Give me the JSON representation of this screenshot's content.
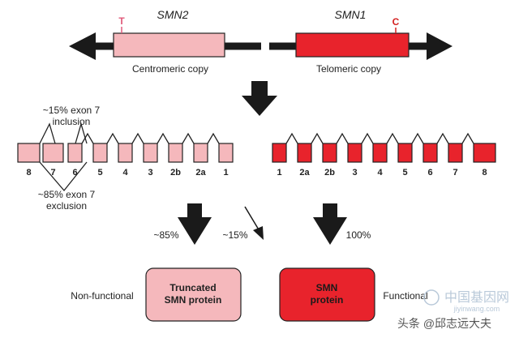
{
  "colors": {
    "smn2_fill": "#f5b8bc",
    "smn1_fill": "#e8232c",
    "outline": "#222222",
    "arrow": "#1a1a1a",
    "mut_t": "#e05a7a",
    "mut_c": "#d42020"
  },
  "genes": {
    "smn2": {
      "name": "SMN2",
      "mutation": "T",
      "caption": "Centromeric copy"
    },
    "smn1": {
      "name": "SMN1",
      "mutation": "C",
      "caption": "Telomeric copy"
    }
  },
  "smn2_exons": [
    "8",
    "7",
    "6",
    "5",
    "4",
    "3",
    "2b",
    "2a",
    "1"
  ],
  "smn1_exons": [
    "1",
    "2a",
    "2b",
    "3",
    "4",
    "5",
    "6",
    "7",
    "8"
  ],
  "splicing": {
    "inclusion_line1": "~15% exon 7",
    "inclusion_line2": "inclusion",
    "exclusion_line1": "~85% exon 7",
    "exclusion_line2": "exclusion"
  },
  "flow": {
    "left_pct": "~85%",
    "middle_pct": "~15%",
    "right_pct": "100%"
  },
  "products": {
    "truncated": {
      "line1": "Truncated",
      "line2": "SMN protein",
      "status": "Non-functional"
    },
    "full": {
      "line1": "SMN",
      "line2": "protein",
      "status": "Functional"
    }
  },
  "watermark": {
    "site_cn": "中国基因网",
    "site_url": "jiyinwang.com",
    "author": "头条 @邱志远大夫"
  }
}
